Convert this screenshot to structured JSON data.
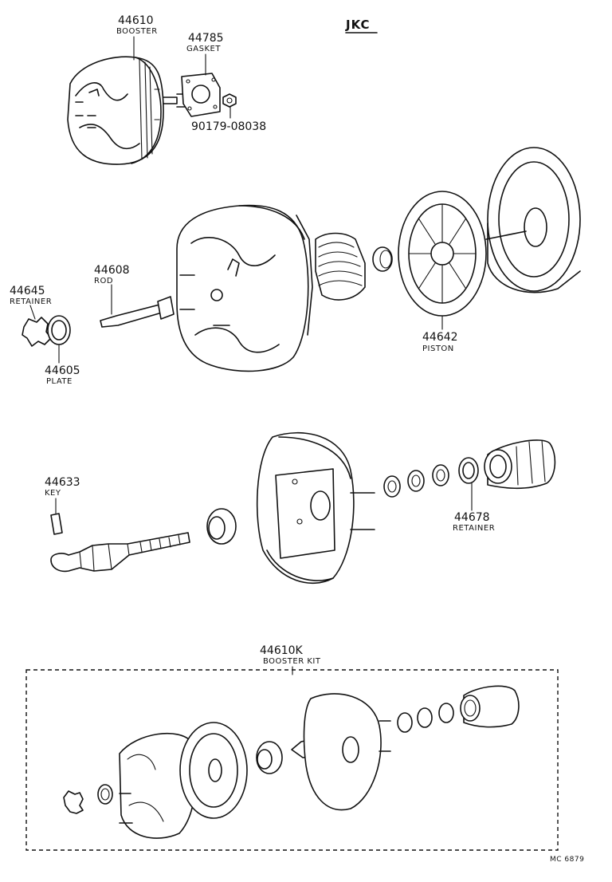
{
  "diagram": {
    "header": "JKC",
    "figure_code": "MC 6879",
    "parts": [
      {
        "number": "44610",
        "name": "BOOSTER"
      },
      {
        "number": "44785",
        "name": "GASKET"
      },
      {
        "number": "90179-08038",
        "name": ""
      },
      {
        "number": "44608",
        "name": "ROD"
      },
      {
        "number": "44645",
        "name": "RETAINER"
      },
      {
        "number": "44605",
        "name": "PLATE"
      },
      {
        "number": "44642",
        "name": "PISTON"
      },
      {
        "number": "44633",
        "name": "KEY"
      },
      {
        "number": "44678",
        "name": "RETAINER"
      },
      {
        "number": "44610K",
        "name": "BOOSTER KIT"
      }
    ]
  }
}
